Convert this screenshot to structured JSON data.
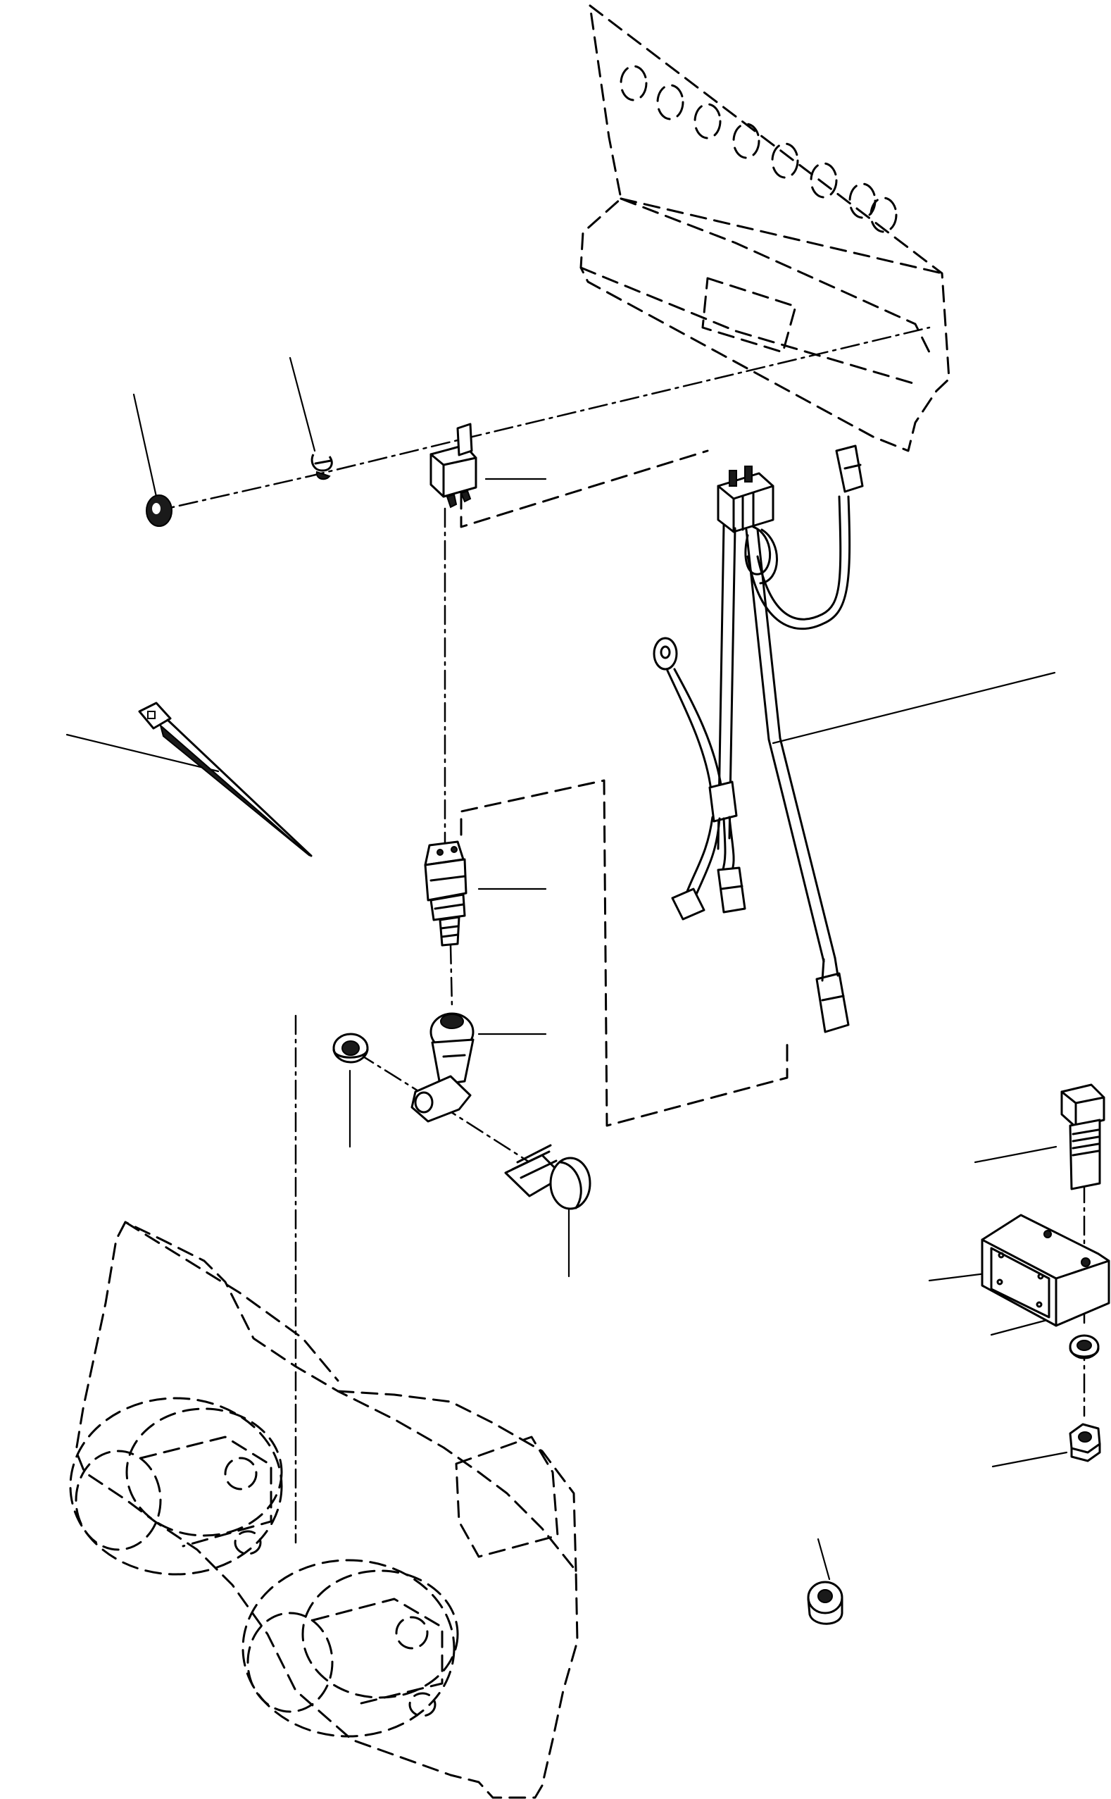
{
  "diagram": {
    "kind": "exploded-parts-view",
    "line_color": "#000000",
    "background_color": "#ffffff",
    "parts": [
      "instrument-panel",
      "grommet",
      "clip",
      "relay",
      "wiring-harness",
      "cable-tie",
      "pressure-switch",
      "banjo-fitting",
      "sealing-washer",
      "banjo-bolt",
      "bolt",
      "alarm-horn",
      "washer",
      "nut",
      "spacer",
      "horn-assembly"
    ]
  }
}
